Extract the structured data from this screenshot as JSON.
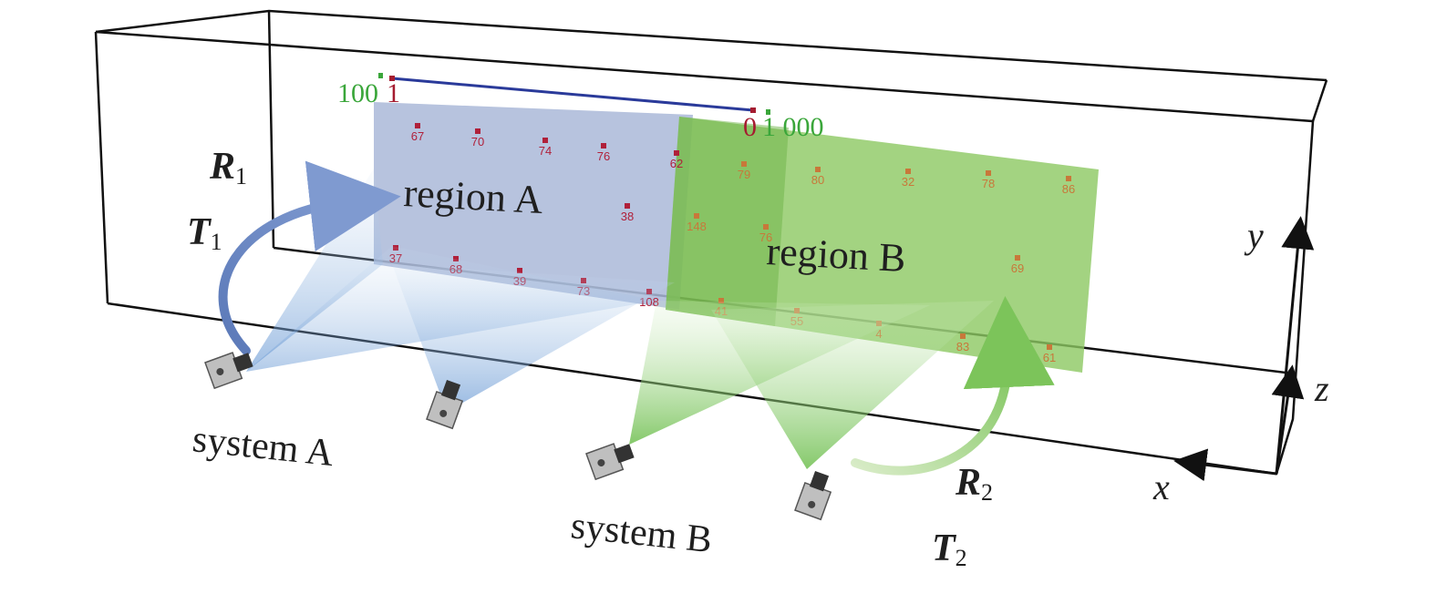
{
  "regions": {
    "a_label": "region A",
    "b_label": "region B"
  },
  "systems": {
    "a_label": "system A",
    "b_label": "system B"
  },
  "transforms": {
    "r1": "R",
    "r1_sub": "1",
    "t1": "T",
    "t1_sub": "1",
    "r2": "R",
    "r2_sub": "2",
    "t2": "T",
    "t2_sub": "2"
  },
  "axes": {
    "x": "x",
    "y": "y",
    "z": "z"
  },
  "scale": {
    "left_green": "100",
    "left_red": "1",
    "right_red": "0",
    "right_green": "1 000"
  },
  "markers_a": [
    "67",
    "70",
    "74",
    "76",
    "62",
    "38",
    "37",
    "68",
    "39",
    "73",
    "108"
  ],
  "markers_b": [
    "79",
    "80",
    "32",
    "78",
    "86",
    "148",
    "76",
    "69",
    "41",
    "55",
    "4",
    "83",
    "61"
  ],
  "colors": {
    "region_a": "#aab8d8",
    "region_b": "#8cc862",
    "cone_a": "#7fa8d8",
    "cone_b": "#7cc45a",
    "marker_red": "#b0203a",
    "marker_orange": "#c8783a",
    "scale_line": "#2a3a9a"
  }
}
